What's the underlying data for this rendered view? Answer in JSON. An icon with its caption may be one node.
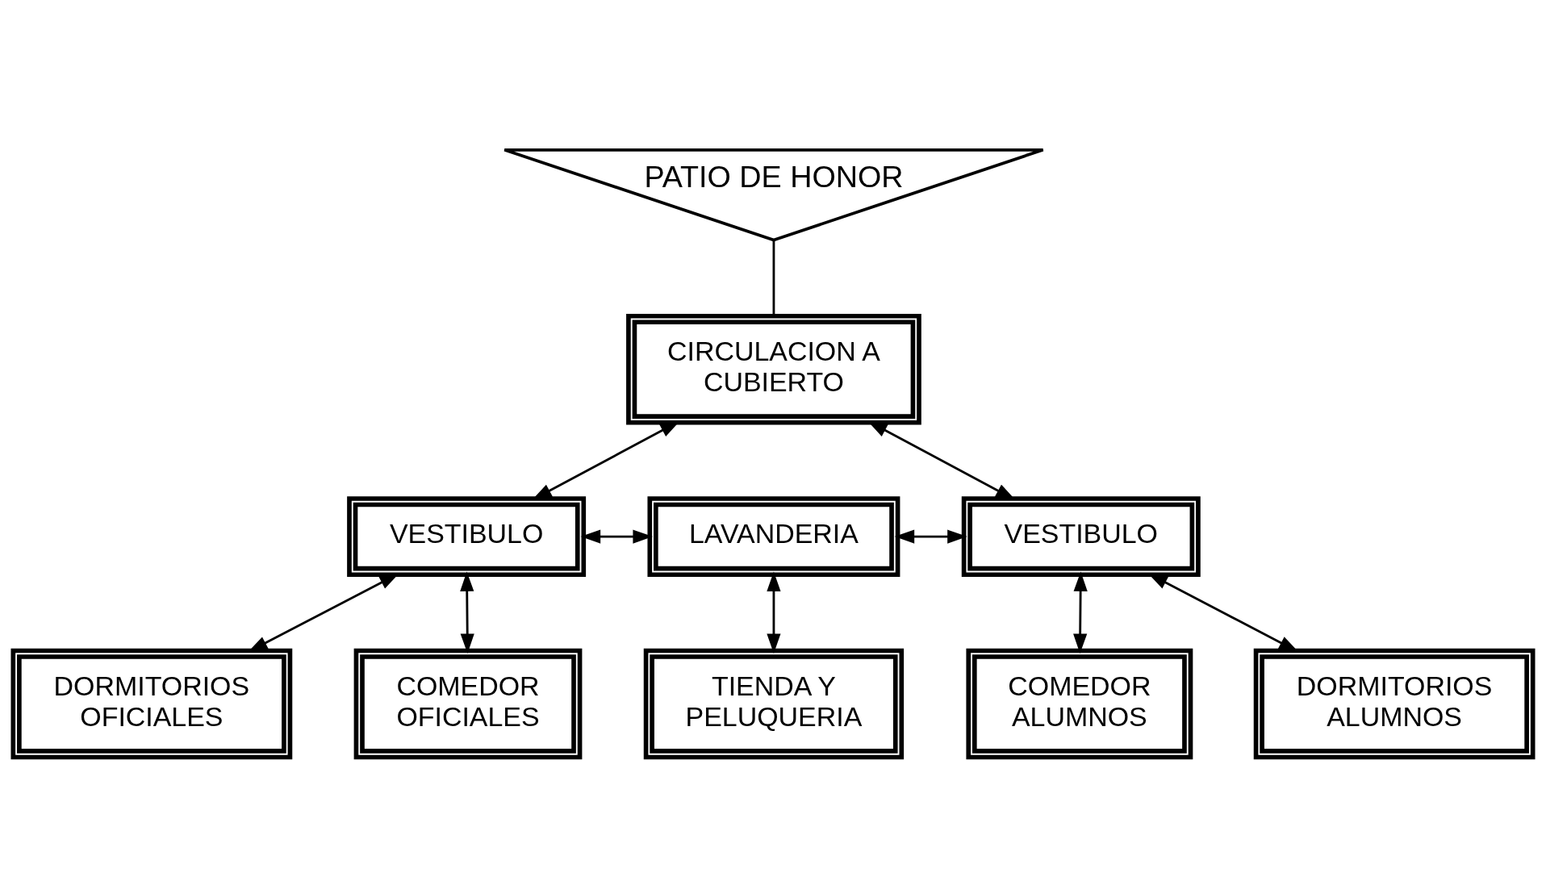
{
  "diagram": {
    "nodes": [
      {
        "text": [
          "PATIO DE HONOR"
        ]
      },
      {
        "text": [
          "CIRCULACION A CUBIERTO"
        ]
      },
      {
        "text": [
          "VESTIBULO"
        ]
      },
      {
        "text": [
          "LAVANDERIA"
        ]
      },
      {
        "text": [
          "VESTIBULO"
        ]
      },
      {
        "text": [
          "TIENDA Y PELUQUERIA"
        ]
      },
      {
        "text": [
          "DORMITORIOS OFICIALES"
        ]
      },
      {
        "text": [
          "COMEDOR OFICIALES"
        ]
      },
      {
        "text": [
          "COMEDOR ALUMNOS"
        ]
      },
      {
        "text": [
          "DORMITORIOS ALUMNOS"
        ]
      }
    ],
    "edges": [
      {
        "from": 0,
        "to": 1,
        "arrow": "none"
      },
      {
        "from": 1,
        "to": 2,
        "arrow": "both"
      },
      {
        "from": 1,
        "to": 4,
        "arrow": "both"
      },
      {
        "from": 2,
        "to": 3,
        "arrow": "both"
      },
      {
        "from": 3,
        "to": 4,
        "arrow": "both"
      },
      {
        "from": 3,
        "to": 5,
        "arrow": "both"
      },
      {
        "from": 2,
        "to": 6,
        "arrow": "both"
      },
      {
        "from": 2,
        "to": 7,
        "arrow": "both"
      },
      {
        "from": 4,
        "to": 8,
        "arrow": "both"
      },
      {
        "from": 4,
        "to": 9,
        "arrow": "both"
      }
    ]
  }
}
